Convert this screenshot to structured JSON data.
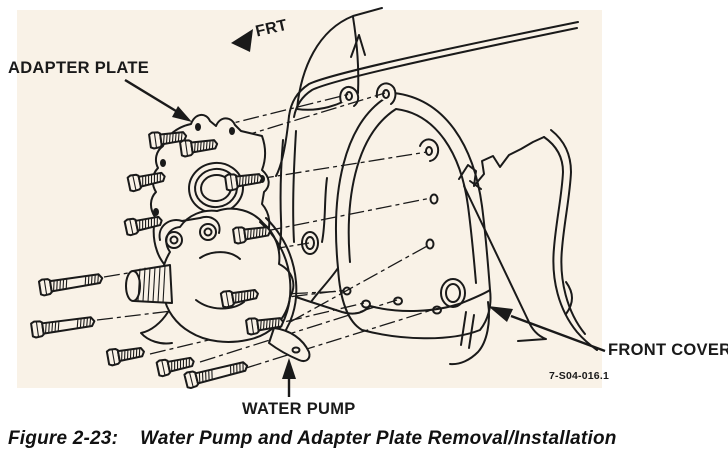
{
  "figure": {
    "frt_label": "FRT",
    "adapter_plate_label": "ADAPTER PLATE",
    "water_pump_label": "WATER PUMP",
    "front_cover_label": "FRONT COVER",
    "part_number": "7-S04-016.1"
  },
  "caption": {
    "figure_number": "Figure 2-23:",
    "title": "Water Pump and Adapter Plate Removal/Installation"
  },
  "icons": {
    "frt_arrow": "solid arrow pointing left (front of vehicle)",
    "adapter_plate_pointer": "leader arrow pointing down-right at adapter plate",
    "water_pump_pointer": "leader arrow pointing up at water pump",
    "front_cover_pointer": "leader arrow pointing up-left at front cover"
  },
  "colors": {
    "page_background": "#ffffff",
    "panel_background": "#f9f2e7",
    "ink": "#1a1a1a"
  }
}
